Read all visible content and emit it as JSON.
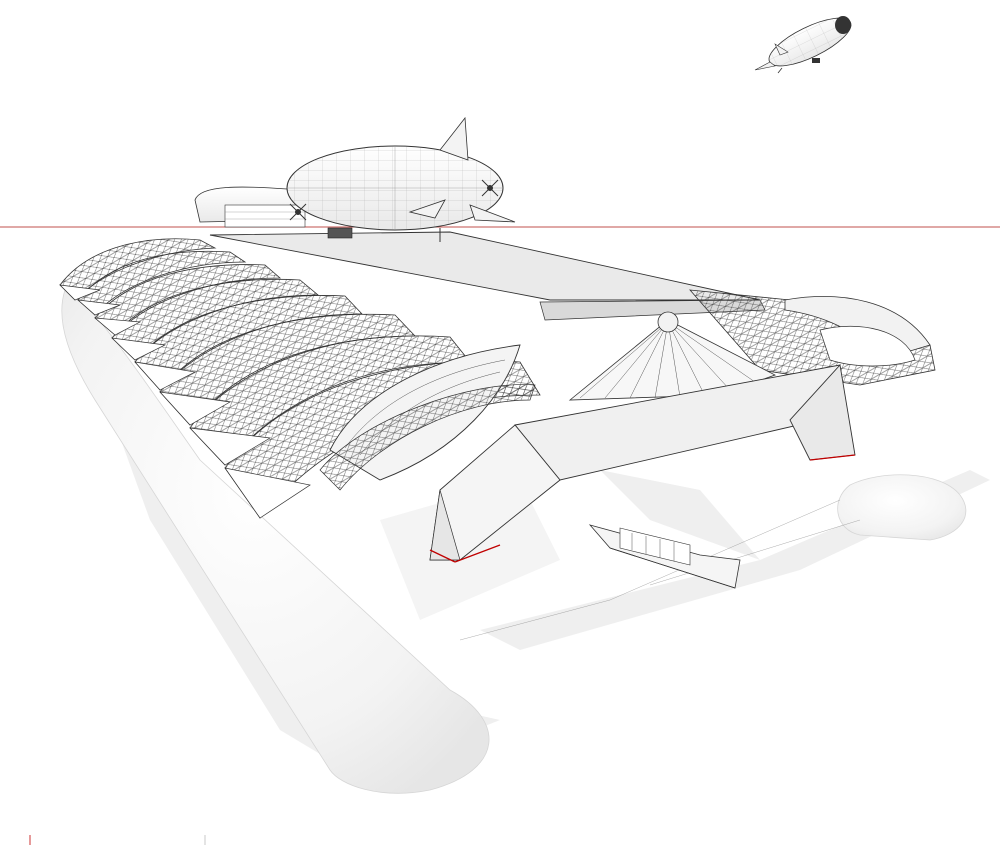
{
  "scene": {
    "kind": "sketchup-style wireframe render",
    "background_color": "#ffffff",
    "line_color": "#333333",
    "shadow_color": "#eeeeee",
    "horizon_color": "#c0504d",
    "highlight_edge_color": "#c00000"
  },
  "objects": [
    {
      "name": "floating-dock-structure",
      "icon": "hangar-icon"
    },
    {
      "name": "docked-airship",
      "icon": "airship-icon"
    },
    {
      "name": "flying-airship",
      "icon": "airship-icon"
    },
    {
      "name": "boat",
      "icon": "boat-icon"
    },
    {
      "name": "pontoon-floats",
      "icon": "float-icon"
    }
  ]
}
